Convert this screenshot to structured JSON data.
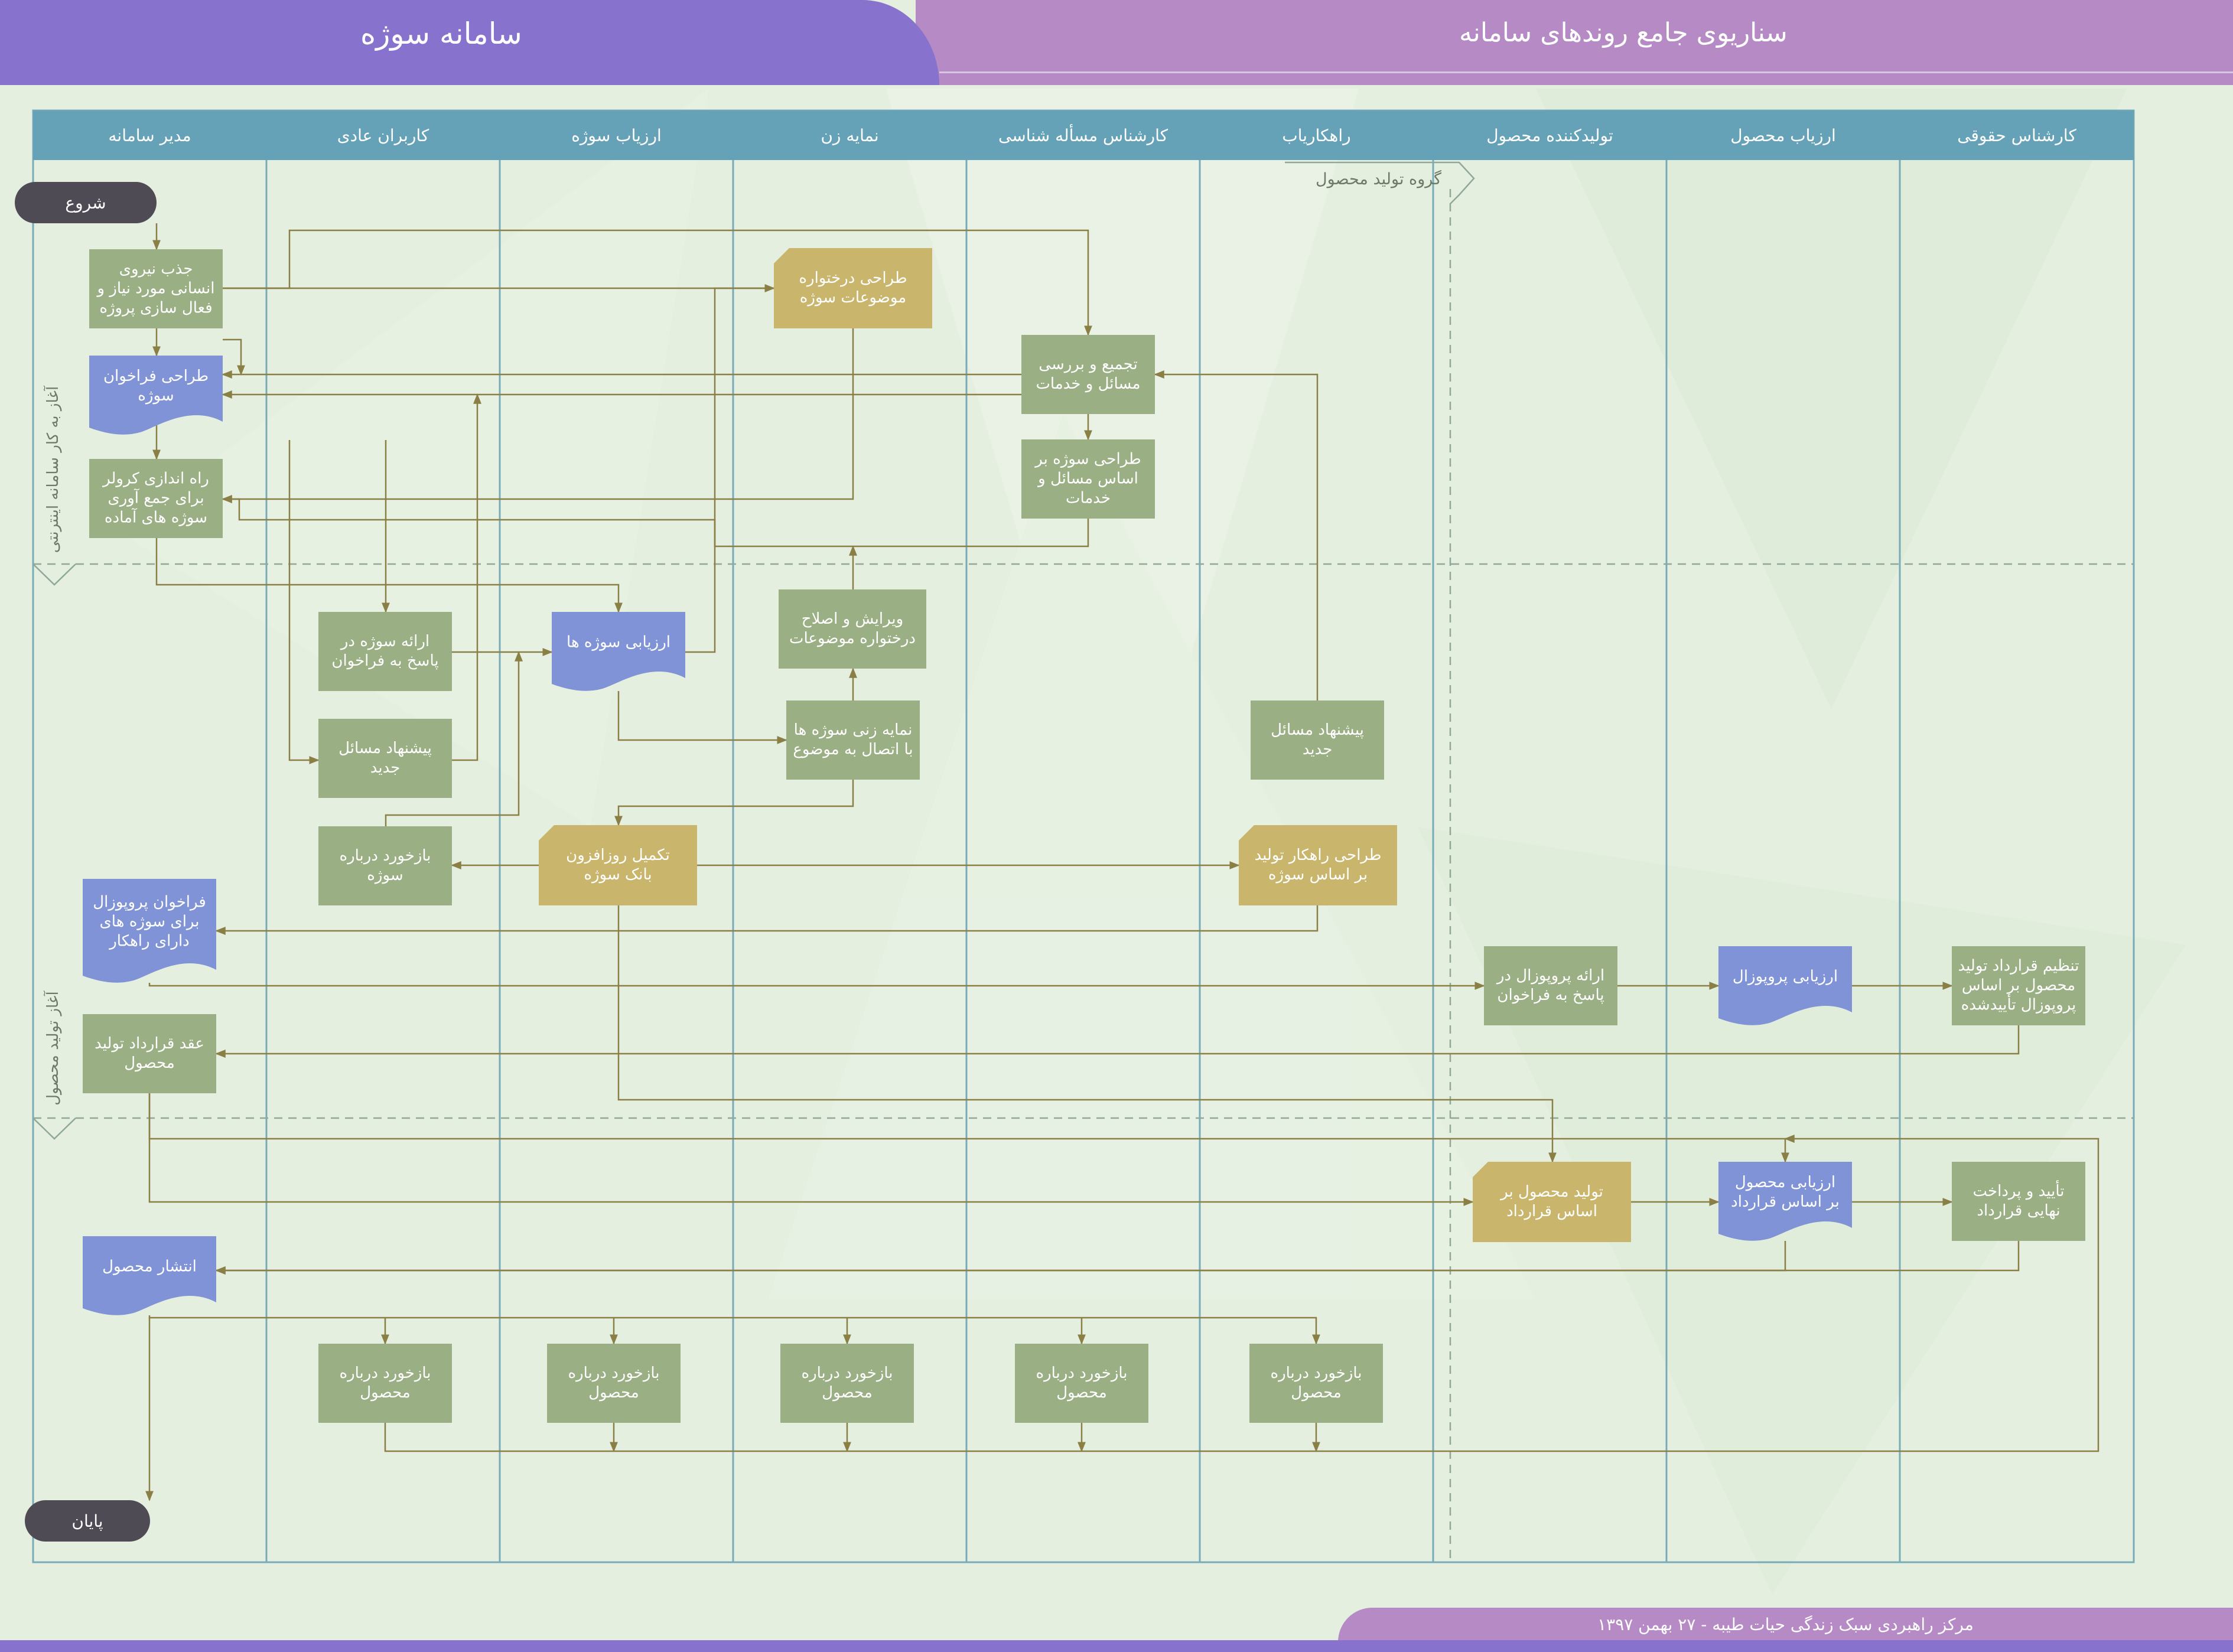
{
  "header": {
    "app_title": "سامانه سوژه",
    "page_title": "سناریوی جامع روندهای سامانه"
  },
  "footer": {
    "text": "مرکز راهبردی سبک زندگی حیات طیبه - ۲۷ بهمن ۱۳۹۷"
  },
  "lanes": [
    "مدیر سامانه",
    "کاربران عادی",
    "ارزیاب سوژه",
    "نمایه زن",
    "کارشناس مسأله شناسی",
    "راهکاریاب",
    "تولیدکننده محصول",
    "ارزیاب محصول",
    "کارشناس حقوقی"
  ],
  "phases": [
    "آغاز به کار سامانه اینترنتی",
    "آغاز تولید محصول"
  ],
  "group_label": "گروه تولید محصول",
  "colors": {
    "process": "#9aaf83",
    "manual": "#c9b56b",
    "document": "#7f93d6",
    "terminator": "#4e4b55",
    "lane_header": "#65a2b7",
    "connector": "#8a7f45",
    "lane_border": "#78abb8"
  },
  "nodes": {
    "start": "شروع",
    "end": "پایان",
    "n1": [
      "جذب نیروی",
      "انسانی مورد نیاز و",
      "فعال سازی پروژه"
    ],
    "n2": [
      "طراحی فراخوان",
      "سوژه"
    ],
    "n3": [
      "راه اندازی کرولر",
      "برای جمع آوری",
      "سوژه های آماده"
    ],
    "n4": [
      "طراحی درختواره",
      "موضوعات سوژه"
    ],
    "n5": [
      "تجمیع و بررسی",
      "مسائل و خدمات"
    ],
    "n6": [
      "طراحی سوژه بر",
      "اساس مسائل و",
      "خدمات"
    ],
    "n7": [
      "ارائه سوژه در",
      "پاسخ به فراخوان"
    ],
    "n8": [
      "ارزیابی سوژه ها"
    ],
    "n9": [
      "ویرایش و اصلاح",
      "درختواره موضوعات"
    ],
    "n10": [
      "نمایه زنی سوژه ها",
      "با اتصال به موضوع"
    ],
    "n11": [
      "پیشنهاد مسائل",
      "جدید"
    ],
    "n12": [
      "پیشنهاد مسائل",
      "جدید"
    ],
    "n13": [
      "بازخورد درباره",
      "سوژه"
    ],
    "n14": [
      "تکمیل روزافزون",
      "بانک سوژه"
    ],
    "n15": [
      "طراحی راهکار تولید",
      "بر اساس سوژه"
    ],
    "n16": [
      "فراخوان پروپوزال",
      "برای سوژه های",
      "دارای راهکار"
    ],
    "n17": [
      "ارائه پروپوزال در",
      "پاسخ به فراخوان"
    ],
    "n18": [
      "ارزیابی پروپوزال"
    ],
    "n19": [
      "تنظیم قرارداد تولید",
      "محصول بر اساس",
      "پروپوزال تأییدشده"
    ],
    "n20": [
      "عقد قرارداد تولید",
      "محصول"
    ],
    "n21": [
      "تولید محصول بر",
      "اساس قرارداد"
    ],
    "n22": [
      "ارزیابی محصول",
      "بر اساس قرارداد"
    ],
    "n23": [
      "تأیید و پرداخت",
      "نهایی قرارداد"
    ],
    "n24": [
      "انتشار محصول"
    ],
    "fb1": [
      "بازخورد درباره",
      "محصول"
    ],
    "fb2": [
      "بازخورد درباره",
      "محصول"
    ],
    "fb3": [
      "بازخورد درباره",
      "محصول"
    ],
    "fb4": [
      "بازخورد درباره",
      "محصول"
    ],
    "fb5": [
      "بازخورد درباره",
      "محصول"
    ]
  }
}
